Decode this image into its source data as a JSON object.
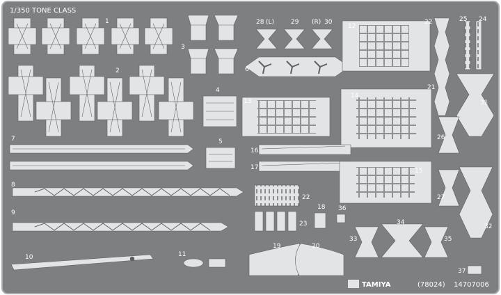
{
  "fret": {
    "scale_title": "1/350 TONE CLASS",
    "brand": "TAMIYA",
    "kit_number": "(78024)",
    "serial": "14707006"
  },
  "part_numbers": {
    "p1": "1",
    "p2": "2",
    "p3": "3",
    "p4": "4",
    "p5": "5",
    "p6": "6",
    "p7": "7",
    "p8": "8",
    "p9": "9",
    "p10": "10",
    "p11": "11",
    "p12": "12",
    "p13": "13",
    "p14": "14",
    "p15": "15",
    "p16": "16",
    "p17": "17",
    "p18": "18",
    "p19": "19",
    "p20": "20",
    "p21": "21",
    "p22": "22",
    "p23": "23",
    "p24": "24",
    "p25": "25",
    "p26": "26",
    "p27": "27",
    "p28": "28",
    "p29": "29",
    "p30": "30",
    "p31": "31",
    "p32": "32",
    "p33": "33",
    "p34": "34",
    "p35": "35",
    "p36": "36",
    "p37": "37",
    "p28l": "(L)",
    "p30r": "(R)"
  },
  "colors": {
    "sheet": "#7d7f81",
    "sheet_edge": "#a9abad",
    "part": "#e3e4e5",
    "part_shadow": "#b9bbbd",
    "outline": "#5f6163"
  }
}
